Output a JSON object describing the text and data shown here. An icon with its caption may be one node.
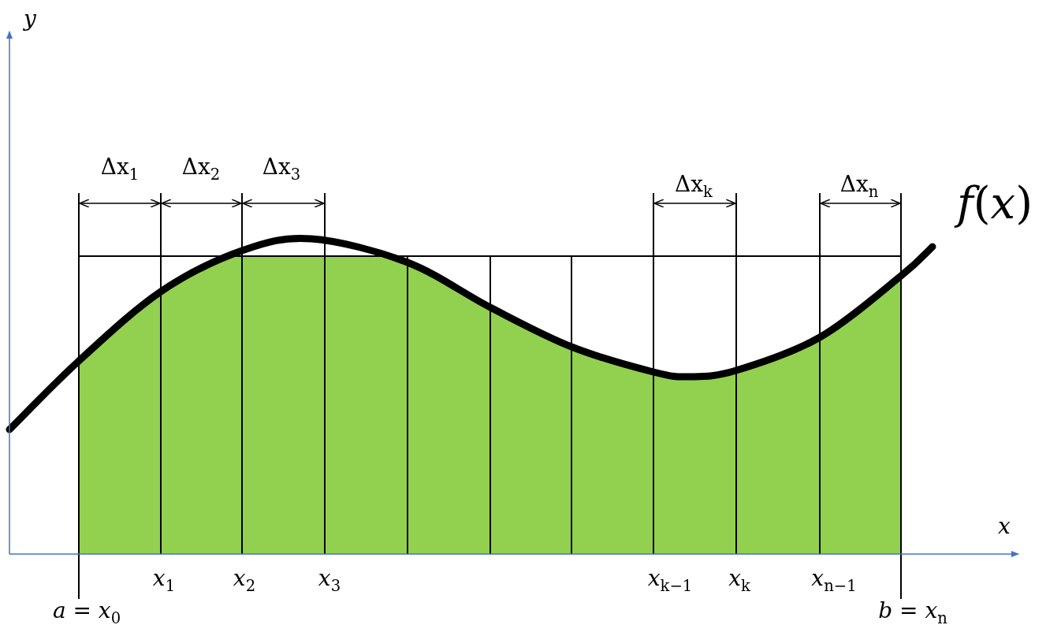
{
  "diagram": {
    "labels": [
      "*y*",
      "Δx$_{1}$",
      "Δx$_{2}$",
      "Δx$_{3}$",
      "Δx$_{k}$",
      "Δx$_{n}$",
      "*f*(*x*)",
      "*x*",
      "*x*$_{1}$",
      "*x*$_{2}$",
      "*x*$_{3}$",
      "*x*$_{k−1}$",
      "*x*$_{k}$",
      "*x*$_{n−1}$",
      "*a* = *x*$_{0}$",
      "*b* = *x*$_{n}$"
    ]
  }
}
